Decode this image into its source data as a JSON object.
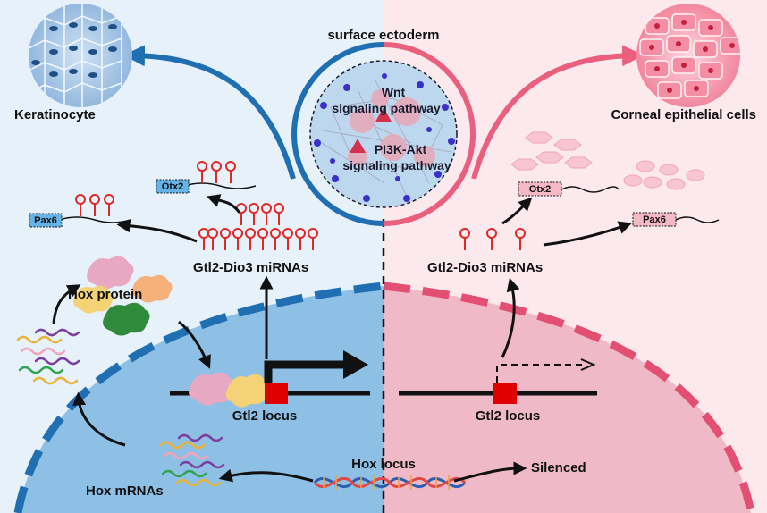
{
  "title": "surface ectoderm",
  "left": {
    "cell_label": "Keratinocyte",
    "mirna_label": "Gtl2-Dio3 miRNAs",
    "locus_label": "Gtl2 locus",
    "protein_label": "Hox protein",
    "mrna_label": "Hox mRNAs",
    "gene_tags": [
      "Otx2",
      "Pax6"
    ]
  },
  "right": {
    "cell_label": "Corneal epithelial cells",
    "mirna_label": "Gtl2-Dio3 miRNAs",
    "locus_label": "Gtl2 locus",
    "silenced_label": "Silenced",
    "gene_tags": [
      "Otx2",
      "Pax6"
    ]
  },
  "center": {
    "pathway_1_line1": "Wnt",
    "pathway_1_line2": "signaling pathway",
    "pathway_2_line1": "PI3K-Akt",
    "pathway_2_line2": "signaling pathway",
    "hox_locus_label": "Hox locus"
  },
  "colors": {
    "left_bg": "#e6f1fa",
    "right_bg": "#fbe9ee",
    "left_cell": "#8ec0e6",
    "right_cell": "#f0b9c7",
    "blue_accent": "#1f6fb2",
    "pink_accent": "#ea5f7e",
    "red_marker": "#e00000"
  }
}
